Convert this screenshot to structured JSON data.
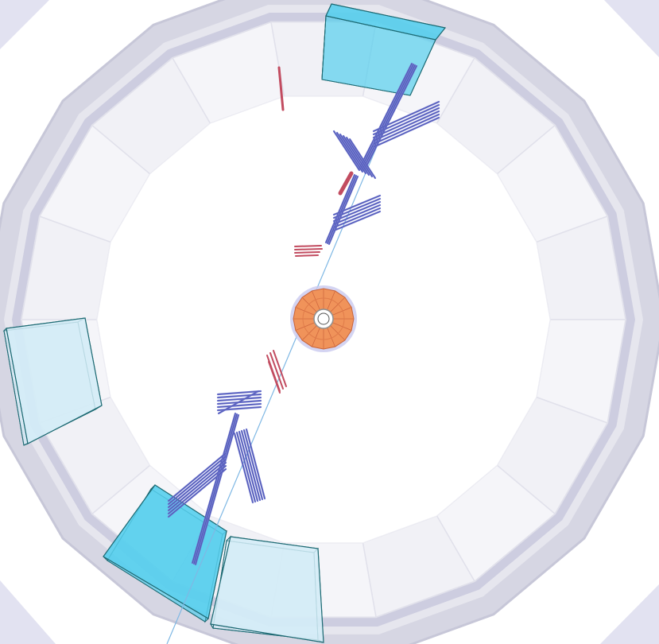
{
  "scene": {
    "view": "end-view",
    "colors": {
      "background": "#ffffff",
      "corner": "#e2e2f1",
      "outer_ring": "#d6d6e3",
      "outer_ring_edge": "#c7c7d8",
      "inner_band": "#cdcde0",
      "calorimeter_panel": "#f3f3f8",
      "calorimeter_panel_edge": "#e1e1eb",
      "chamber_fill_bright": "#57cfed",
      "chamber_fill_pale": "#d3ecf7",
      "chamber_edge": "#1d6a73",
      "muon_segment": "#6a72cc",
      "muon_segment_edge": "#3c42a0",
      "electromagnetic_hit": "#c24c60",
      "track": "#7fb8e4",
      "inner_detector_orange": "#f0935a",
      "inner_detector_core": "#ffffff"
    },
    "detector_parts": [
      "outer-cylinder",
      "calorimeter-ring",
      "muon-chamber-top",
      "muon-chamber-left",
      "muon-chamber-bottom-left",
      "muon-chamber-bottom",
      "inner-detector"
    ],
    "event_objects": [
      "reconstructed-track",
      "muon-segment-cluster",
      "calorimeter-deposit"
    ]
  }
}
